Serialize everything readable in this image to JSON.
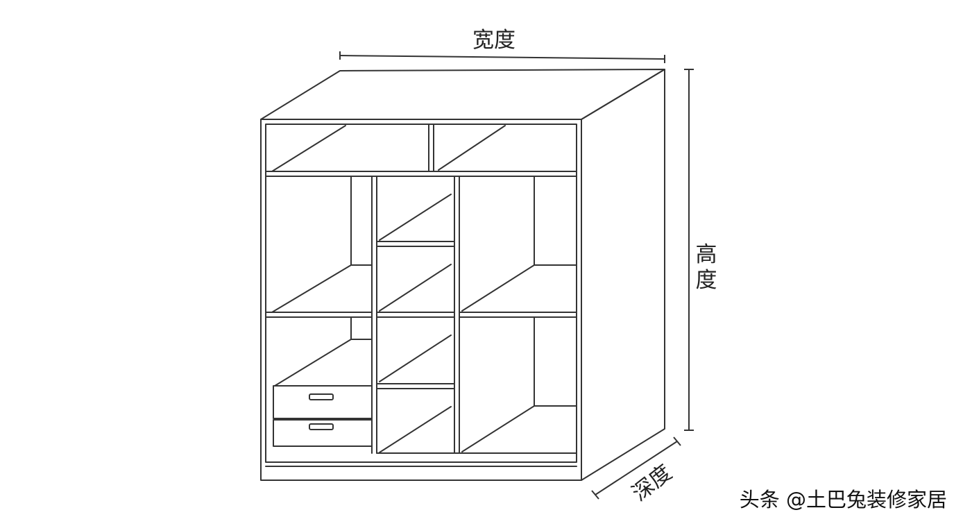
{
  "labels": {
    "width": "宽度",
    "height_char_1": "高",
    "height_char_2": "度",
    "depth": "深度"
  },
  "watermark": "头条 @土巴兔装修家居"
}
